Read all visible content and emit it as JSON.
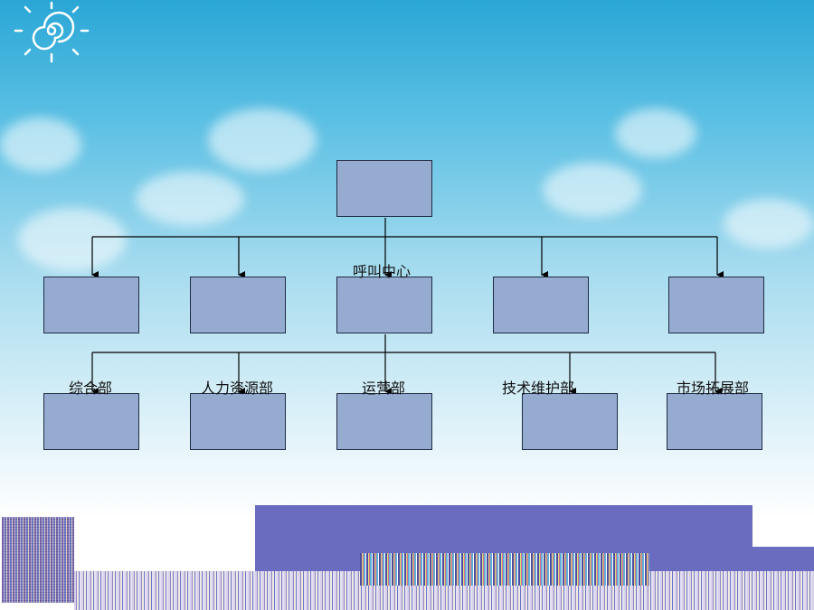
{
  "diagram": {
    "root_label": "呼叫中心",
    "departments": [
      {
        "label": "综合部"
      },
      {
        "label": "人力资源部"
      },
      {
        "label": "运营部"
      },
      {
        "label": "技术维护部"
      },
      {
        "label": "市场拓展部"
      }
    ]
  },
  "colors": {
    "box_fill": "#95acd0",
    "box_border": "#1f2a44",
    "sky_top": "#2aa7d6",
    "footer_band": "#6a6cc0"
  },
  "decor": {
    "sun_icon": "sun-spiral-icon"
  }
}
